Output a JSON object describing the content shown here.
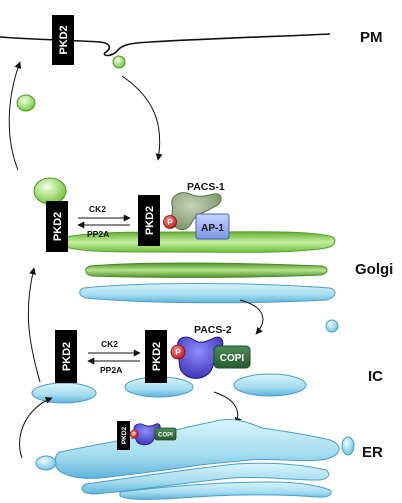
{
  "regions": {
    "pm": "PM",
    "golgi": "Golgi",
    "ic": "IC",
    "er": "ER"
  },
  "proteins": {
    "pkd2": "PKD2",
    "pacs1": "PACS-1",
    "pacs2": "PACS-2",
    "ap1": "AP-1",
    "copi": "COPI"
  },
  "kinases": {
    "ck2": "CK2",
    "pp2a": "PP2A"
  },
  "phospho": "P",
  "colors": {
    "pkd2_box": "#000000",
    "vesicle_green": "#8fd65a",
    "golgi_green": "#7cc04a",
    "er_blue": "#a9dff2",
    "pacs1": "#8ea27a",
    "pacs2": "#4a3fd0",
    "ap1": "#8fa8ee",
    "copi": "#2f6a3a",
    "phospho": "#d42222"
  }
}
